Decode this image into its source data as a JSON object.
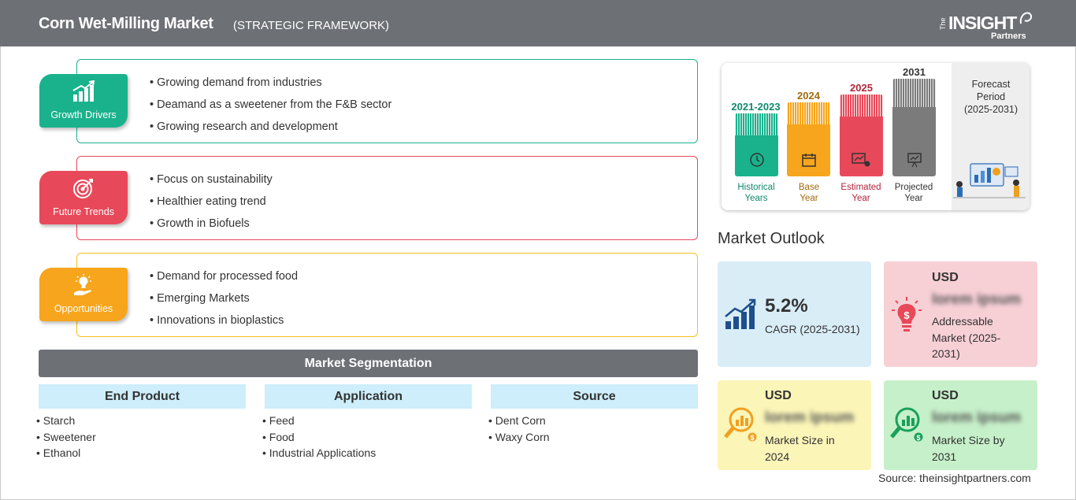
{
  "header": {
    "title": "Corn Wet-Milling Market",
    "subtitle": "(STRATEGIC FRAMEWORK)",
    "logo": {
      "the": "The",
      "insight": "INSIGHT",
      "partners": "Partners"
    },
    "background_color": "#6d7075"
  },
  "framework": [
    {
      "label": "Growth Drivers",
      "icon": "bar-chart-growth-icon",
      "color": "#19b28d",
      "items": [
        "Growing demand from industries",
        "Deamand as a sweetener from the F&B sector",
        "Growing research and development"
      ]
    },
    {
      "label": "Future Trends",
      "icon": "target-icon",
      "color": "#e8495a",
      "items": [
        "Focus on sustainability",
        "Healthier eating trend",
        "Growth in Biofuels"
      ]
    },
    {
      "label": "Opportunities",
      "icon": "lightbulb-hand-icon",
      "color": "#f7a51c",
      "items": [
        "Demand for processed food",
        "Emerging Markets",
        "Innovations in bioplastics"
      ]
    }
  ],
  "segmentation": {
    "title": "Market Segmentation",
    "columns": [
      {
        "heading": "End Product",
        "items": [
          "Starch",
          "Sweetener",
          "Ethanol"
        ]
      },
      {
        "heading": "Application",
        "items": [
          "Feed",
          "Food",
          "Industrial Applications"
        ]
      },
      {
        "heading": "Source",
        "items": [
          "Dent Corn",
          "Waxy Corn"
        ]
      }
    ]
  },
  "timeline": {
    "periods": [
      {
        "year": "2021-2023",
        "caption_line1": "Historical",
        "caption_line2": "Years",
        "color": "#19b28d",
        "label_color": "#0e8a6d"
      },
      {
        "year": "2024",
        "caption_line1": "Base",
        "caption_line2": "Year",
        "color": "#f7a51c",
        "label_color": "#a16a0c"
      },
      {
        "year": "2025",
        "caption_line1": "Estimated",
        "caption_line2": "Year",
        "color": "#e8495a",
        "label_color": "#b0253a"
      },
      {
        "year": "2031",
        "caption_line1": "Projected",
        "caption_line2": "Year",
        "color": "#7b7b7b",
        "label_color": "#333333"
      }
    ],
    "forecast_line1": "Forecast",
    "forecast_line2": "Period",
    "forecast_range": "(2025-2031)"
  },
  "outlook": {
    "title": "Market Outlook",
    "cagr": {
      "value": "5.2%",
      "label": "CAGR (2025-2031)",
      "color": "#d9edf7"
    },
    "addressable": {
      "currency": "USD",
      "value": "lorem ipsum",
      "label_line1": "Addressable",
      "label_line2": "Market (2025-",
      "label_line3": "2031)",
      "color": "#f7d0d6"
    },
    "size_2024": {
      "currency": "USD",
      "value": "lorem ipsum",
      "label_line1": "Market Size in",
      "label_line2": "2024",
      "color": "#fbf5b8"
    },
    "size_2031": {
      "currency": "USD",
      "value": "lorem ipsum",
      "label_line1": "Market Size by",
      "label_line2": "2031",
      "color": "#c6f0c9"
    }
  },
  "source": "Source: theinsightpartners.com"
}
